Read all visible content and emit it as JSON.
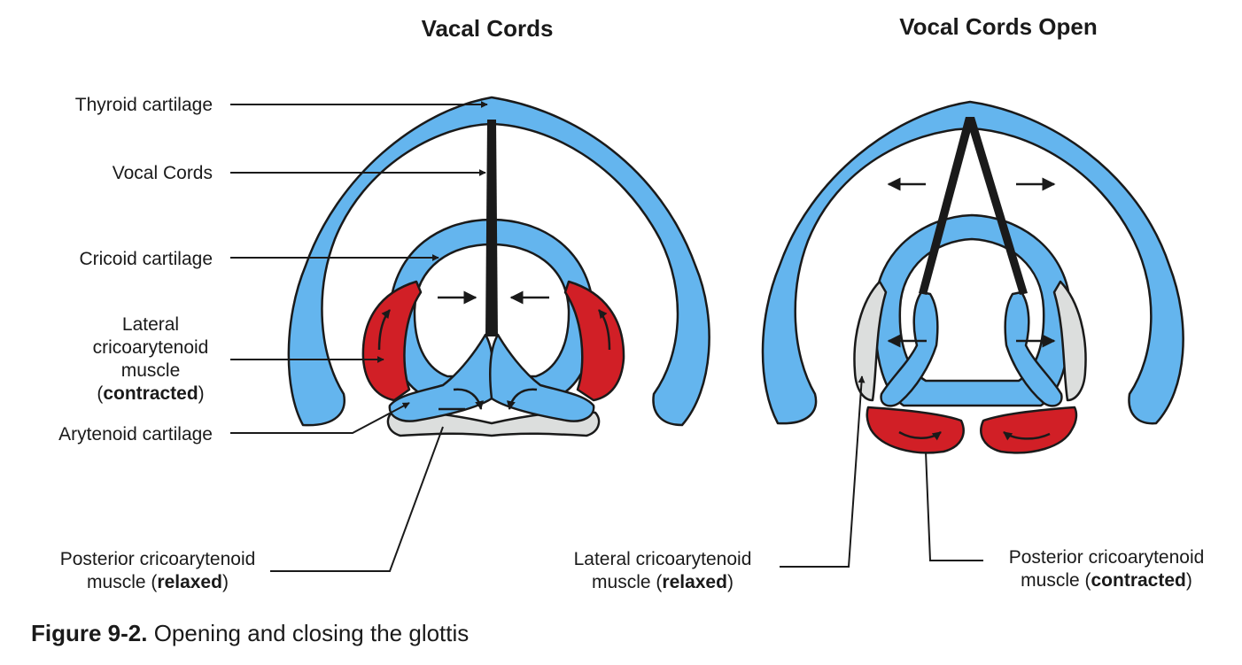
{
  "titles": {
    "left": "Vacal Cords",
    "right": "Vocal Cords Open"
  },
  "labels": {
    "thyroid": "Thyroid cartilage",
    "vocal_cords": "Vocal Cords",
    "cricoid": "Cricoid cartilage",
    "lateral_line1": "Lateral",
    "lateral_line2": "cricoarytenoid",
    "lateral_line3": "muscle",
    "lateral_open": "(",
    "lateral_state": "contracted",
    "lateral_close": ")",
    "arytenoid": "Arytenoid cartilage",
    "post_left_line1": "Posterior cricoarytenoid",
    "post_left_line2": "muscle (",
    "post_left_state": "relaxed",
    "post_left_close": ")",
    "lat_right_line1": "Lateral cricoarytenoid",
    "lat_right_line2": "muscle (",
    "lat_right_state": "relaxed",
    "lat_right_close": ")",
    "post_right_line1": "Posterior cricoarytenoid",
    "post_right_line2": "muscle (",
    "post_right_state": "contracted",
    "post_right_close": ")"
  },
  "caption": {
    "figure": "Figure 9-2.",
    "text": " Opening and closing the glottis"
  },
  "colors": {
    "cartilage": "#64b5ee",
    "muscle": "#d11f26",
    "arytenoid_grey": "#dcdedd",
    "outline": "#1a1a1a"
  }
}
